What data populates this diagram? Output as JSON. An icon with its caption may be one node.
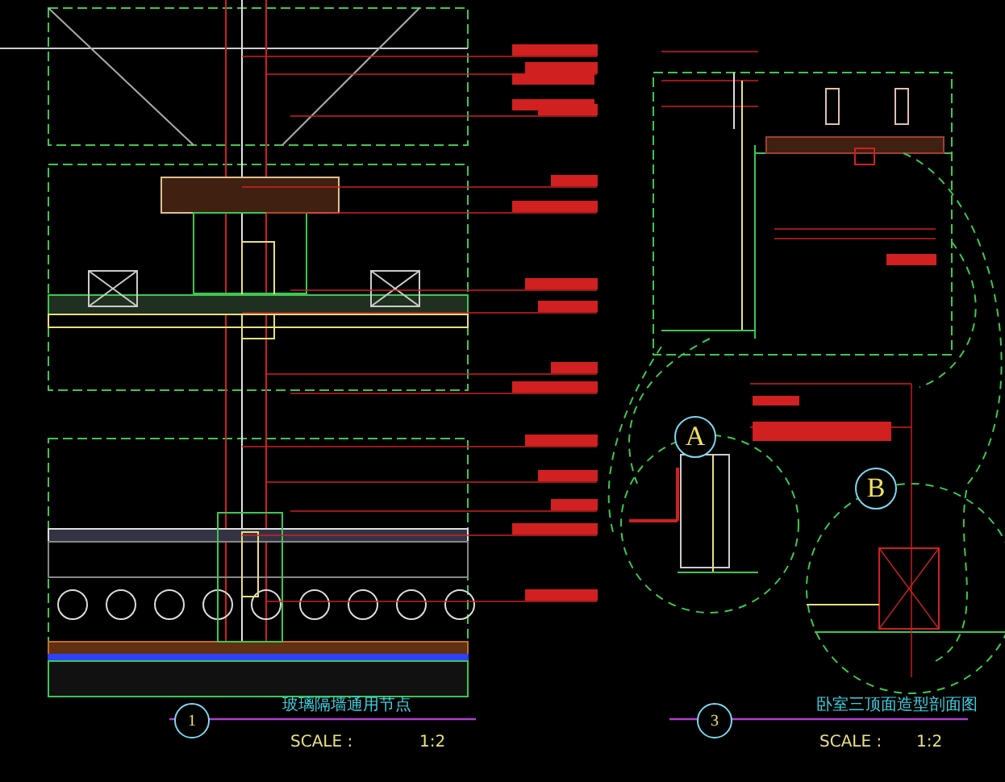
{
  "diagram": {
    "nodes": [
      {
        "text": [
          "1"
        ]
      },
      {
        "text": [
          "3"
        ]
      },
      {
        "text": [
          "A"
        ]
      },
      {
        "text": [
          "B"
        ]
      }
    ],
    "labels": [
      "玻璃隔墙通用节点",
      "SCALE :",
      "1:2",
      "卧室三顶面造型剖面图",
      "SCALE :",
      "1:2"
    ]
  }
}
